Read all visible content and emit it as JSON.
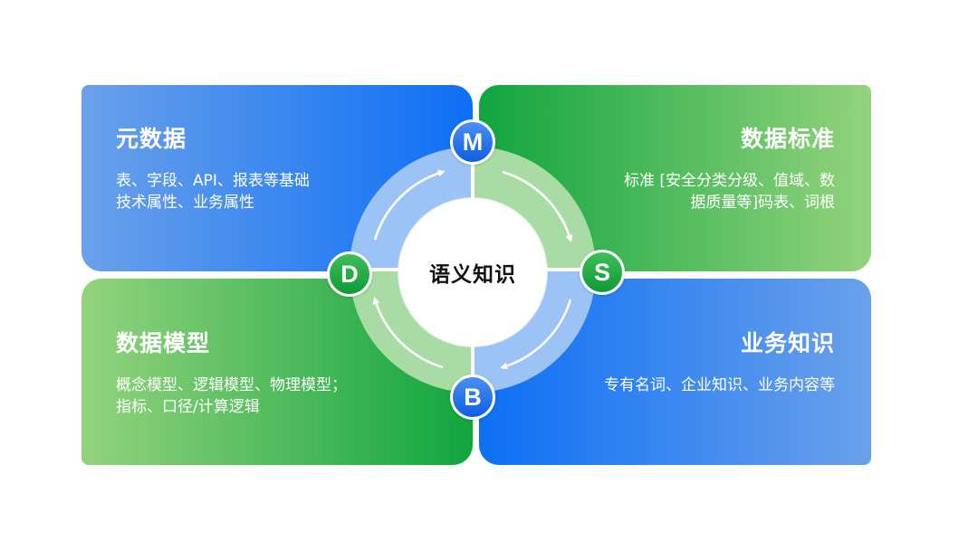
{
  "colors": {
    "blue_dark": "#0d6ff5",
    "blue_light": "#6aa1ea",
    "green_dark": "#11a53e",
    "green_light": "#93d37d",
    "ring_blue": "#9cc3f6",
    "ring_green": "#a8dca4"
  },
  "quadrants": {
    "top_left": {
      "title": "元数据",
      "lines": [
        "表、字段、API、报表等基础",
        "技术属性、业务属性"
      ]
    },
    "top_right": {
      "title": "数据标准",
      "lines": [
        "标准 [安全分类分级、值域、数",
        "据质量等]码表、词根"
      ]
    },
    "bottom_left": {
      "title": "数据模型",
      "lines": [
        "概念模型、逻辑模型、物理模型；",
        "指标、口径/计算逻辑"
      ]
    },
    "bottom_right": {
      "title": "业务知识",
      "lines": [
        "专有名词、企业知识、业务内容等"
      ]
    }
  },
  "center": {
    "label": "语义知识"
  },
  "nodes": {
    "m": "M",
    "s": "S",
    "b": "B",
    "d": "D"
  }
}
